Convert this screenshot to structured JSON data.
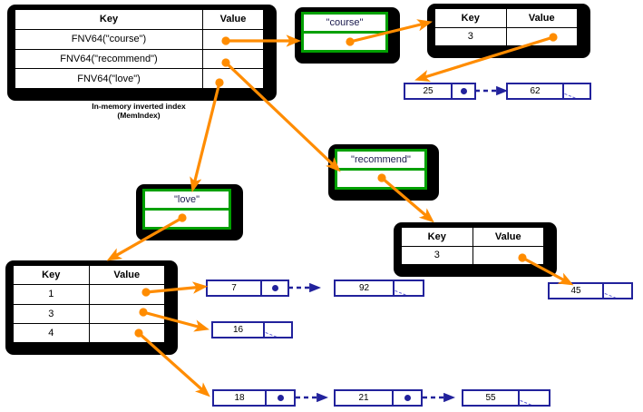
{
  "diagram": {
    "title": "In-memory inverted index with per-term hash tables and posting linked lists",
    "colors": {
      "arrow": "#ff8c00",
      "term_border": "#00a000",
      "node_border": "#22229c",
      "table_shadow": "#000000",
      "null_slash": "#5a5ad0"
    }
  },
  "memindex": {
    "caption_line1": "In-memory inverted index",
    "caption_line2": "(MemIndex)",
    "columns": [
      "Key",
      "Value"
    ],
    "rows": [
      {
        "key": "FNV64(\"course\")",
        "value": ""
      },
      {
        "key": "FNV64(\"recommend\")",
        "value": ""
      },
      {
        "key": "FNV64(\"love\")",
        "value": ""
      }
    ]
  },
  "term_boxes": [
    {
      "id": "course",
      "label": "\"course\""
    },
    {
      "id": "recommend",
      "label": "\"recommend\""
    },
    {
      "id": "love",
      "label": "\"love\""
    }
  ],
  "doc_tables": [
    {
      "id": "course-doctable",
      "columns": [
        "Key",
        "Value"
      ],
      "rows": [
        {
          "key": "3",
          "value": ""
        }
      ]
    },
    {
      "id": "recommend-doctable",
      "columns": [
        "Key",
        "Value"
      ],
      "rows": [
        {
          "key": "3",
          "value": ""
        }
      ]
    },
    {
      "id": "love-doctable",
      "columns": [
        "Key",
        "Value"
      ],
      "rows": [
        {
          "key": "1",
          "value": ""
        },
        {
          "key": "3",
          "value": ""
        },
        {
          "key": "4",
          "value": ""
        }
      ]
    }
  ],
  "posting_lists": [
    {
      "id": "course-doc3-positions",
      "nodes": [
        {
          "value": "25",
          "next": "pointer"
        },
        {
          "value": "62",
          "next": "null"
        }
      ]
    },
    {
      "id": "love-doc1-positions",
      "nodes": [
        {
          "value": "7",
          "next": "pointer"
        },
        {
          "value": "92",
          "next": "null"
        }
      ]
    },
    {
      "id": "love-doc3-positions",
      "nodes": [
        {
          "value": "16",
          "next": "null"
        }
      ]
    },
    {
      "id": "love-doc4-positions",
      "nodes": [
        {
          "value": "18",
          "next": "pointer"
        },
        {
          "value": "21",
          "next": "pointer"
        },
        {
          "value": "55",
          "next": "null"
        }
      ]
    },
    {
      "id": "recommend-doc3-positions",
      "nodes": [
        {
          "value": "45",
          "next": "null"
        }
      ]
    }
  ]
}
